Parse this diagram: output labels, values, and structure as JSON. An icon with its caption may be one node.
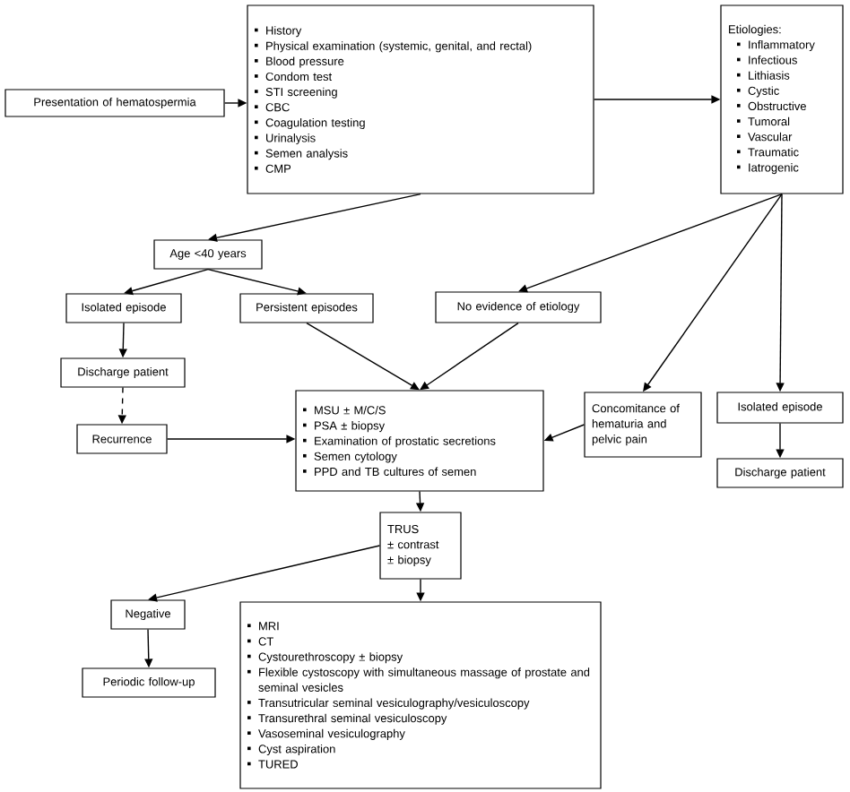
{
  "diagram": {
    "nodes": [
      {
        "text": [
          "Presentation of hematospermia"
        ]
      },
      {
        "text": [
          "History",
          "Physical examination (systemic, genital, and rectal)",
          "Blood pressure",
          "Condom test",
          "STI screening",
          "CBC",
          "Coagulation testing",
          "Urinalysis",
          "Semen analysis",
          "CMP"
        ]
      },
      {
        "text": [
          "Etiologies:",
          "Inflammatory",
          "Infectious",
          "Lithiasis",
          "Cystic",
          "Obstructive",
          "Tumoral",
          "Vascular",
          "Traumatic",
          "Iatrogenic"
        ]
      },
      {
        "text": [
          "Age <40 years"
        ]
      },
      {
        "text": [
          "Isolated episode"
        ]
      },
      {
        "text": [
          "Persistent episodes"
        ]
      },
      {
        "text": [
          "No evidence of etiology"
        ]
      },
      {
        "text": [
          "Discharge patient"
        ]
      },
      {
        "text": [
          "Recurrence"
        ]
      },
      {
        "text": [
          "MSU ± M/C/S",
          "PSA ± biopsy",
          "Examination of prostatic secretions",
          "Semen cytology",
          "PPD and TB cultures of semen"
        ]
      },
      {
        "text": [
          "Concomitance of hematuria and pelvic pain"
        ]
      },
      {
        "text": [
          "Isolated episode"
        ]
      },
      {
        "text": [
          "Discharge patient"
        ]
      },
      {
        "text": [
          "TRUS",
          "± contrast",
          "± biopsy"
        ]
      },
      {
        "text": [
          "Negative"
        ]
      },
      {
        "text": [
          "Periodic follow-up"
        ]
      },
      {
        "text": [
          "MRI",
          "CT",
          "Cystourethroscopy ± biopsy",
          "Flexible cystoscopy with simultaneous massage of prostate and seminal vesicles",
          "Transutricular seminal vesiculography/vesiculoscopy",
          "Transurethral seminal vesiculoscopy",
          "Vasoseminal vesiculography",
          "Cyst aspiration",
          "TURED"
        ]
      }
    ],
    "edges": [
      {
        "from": 0,
        "to": 1,
        "arrow": "to"
      },
      {
        "from": 1,
        "to": 2,
        "arrow": "to"
      },
      {
        "from": 1,
        "to": 3,
        "arrow": "to"
      },
      {
        "from": 3,
        "to": 4,
        "arrow": "to"
      },
      {
        "from": 3,
        "to": 5,
        "arrow": "to"
      },
      {
        "from": 2,
        "to": 6,
        "arrow": "to"
      },
      {
        "from": 2,
        "to": 10,
        "arrow": "to"
      },
      {
        "from": 2,
        "to": 11,
        "arrow": "to"
      },
      {
        "from": 4,
        "to": 7,
        "arrow": "to"
      },
      {
        "from": 7,
        "to": 8,
        "arrow": "to",
        "style": "dashed"
      },
      {
        "from": 8,
        "to": 9,
        "arrow": "to"
      },
      {
        "from": 5,
        "to": 9,
        "arrow": "to"
      },
      {
        "from": 6,
        "to": 9,
        "arrow": "to"
      },
      {
        "from": 10,
        "to": 9,
        "arrow": "to"
      },
      {
        "from": 11,
        "to": 12,
        "arrow": "to"
      },
      {
        "from": 9,
        "to": 13,
        "arrow": "to"
      },
      {
        "from": 13,
        "to": 14,
        "arrow": "to"
      },
      {
        "from": 13,
        "to": 16,
        "arrow": "to"
      },
      {
        "from": 14,
        "to": 15,
        "arrow": "to"
      }
    ]
  }
}
